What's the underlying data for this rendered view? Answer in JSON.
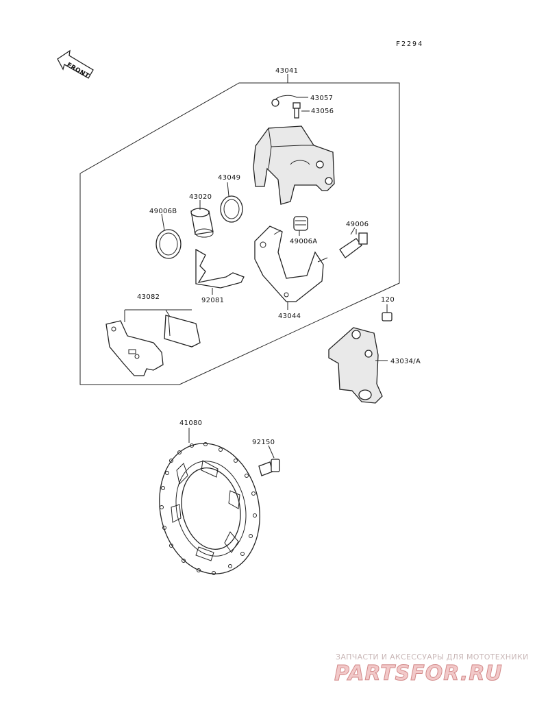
{
  "diagram_code": "F2294",
  "front_label": "FRONT",
  "parts": [
    {
      "id": "p43041",
      "number": "43041"
    },
    {
      "id": "p43057",
      "number": "43057"
    },
    {
      "id": "p43056",
      "number": "43056"
    },
    {
      "id": "p43049",
      "number": "43049"
    },
    {
      "id": "p43020",
      "number": "43020"
    },
    {
      "id": "p49006B",
      "number": "49006B"
    },
    {
      "id": "p49006A",
      "number": "49006A"
    },
    {
      "id": "p49006",
      "number": "49006"
    },
    {
      "id": "p92081",
      "number": "92081"
    },
    {
      "id": "p43044",
      "number": "43044"
    },
    {
      "id": "p43082",
      "number": "43082"
    },
    {
      "id": "p120",
      "number": "120"
    },
    {
      "id": "p43034A",
      "number": "43034/A"
    },
    {
      "id": "p41080",
      "number": "41080"
    },
    {
      "id": "p92150",
      "number": "92150"
    }
  ],
  "watermark": {
    "tagline": "ЗАПЧАСТИ И АКСЕССУАРЫ ДЛЯ МОТОТЕХНИКИ",
    "brand": "PARTSFOR.RU"
  }
}
